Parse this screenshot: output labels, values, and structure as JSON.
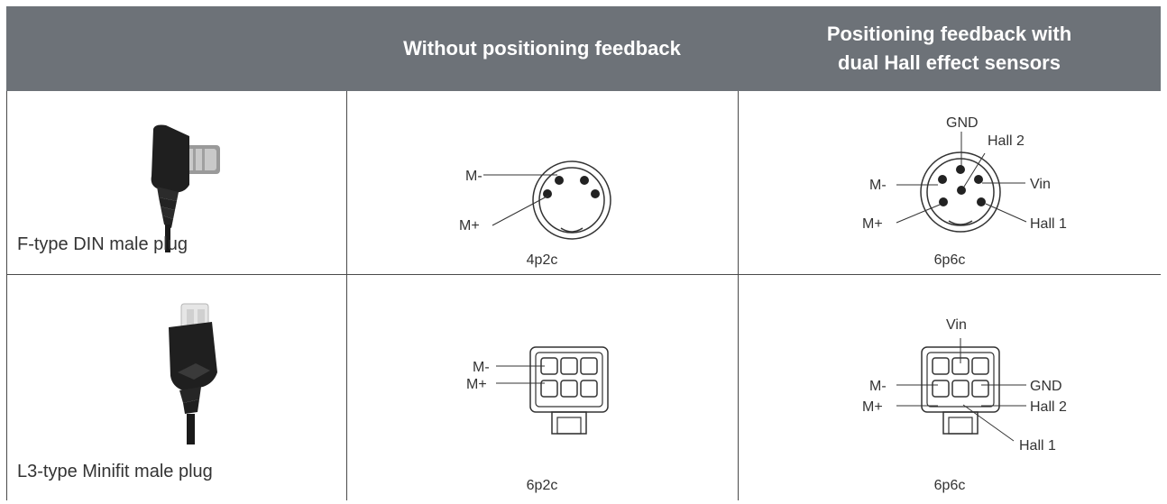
{
  "header": {
    "col2": "Without positioning feedback",
    "col3_line1": "Positioning feedback with",
    "col3_line2": "dual Hall effect sensors"
  },
  "rows": [
    {
      "plug_name": "F-type DIN male plug",
      "plain": {
        "caption": "4p2c",
        "labels": {
          "m_minus": "M-",
          "m_plus": "M+"
        }
      },
      "feedback": {
        "caption": "6p6c",
        "labels": {
          "gnd": "GND",
          "hall2": "Hall 2",
          "m_minus": "M-",
          "vin": "Vin",
          "m_plus": "M+",
          "hall1": "Hall 1"
        }
      }
    },
    {
      "plug_name": "L3-type Minifit male plug",
      "plain": {
        "caption": "6p2c",
        "labels": {
          "m_minus": "M-",
          "m_plus": "M+"
        }
      },
      "feedback": {
        "caption": "6p6c",
        "labels": {
          "vin": "Vin",
          "m_minus": "M-",
          "gnd": "GND",
          "m_plus": "M+",
          "hall2": "Hall 2",
          "hall1": "Hall 1"
        }
      }
    }
  ]
}
